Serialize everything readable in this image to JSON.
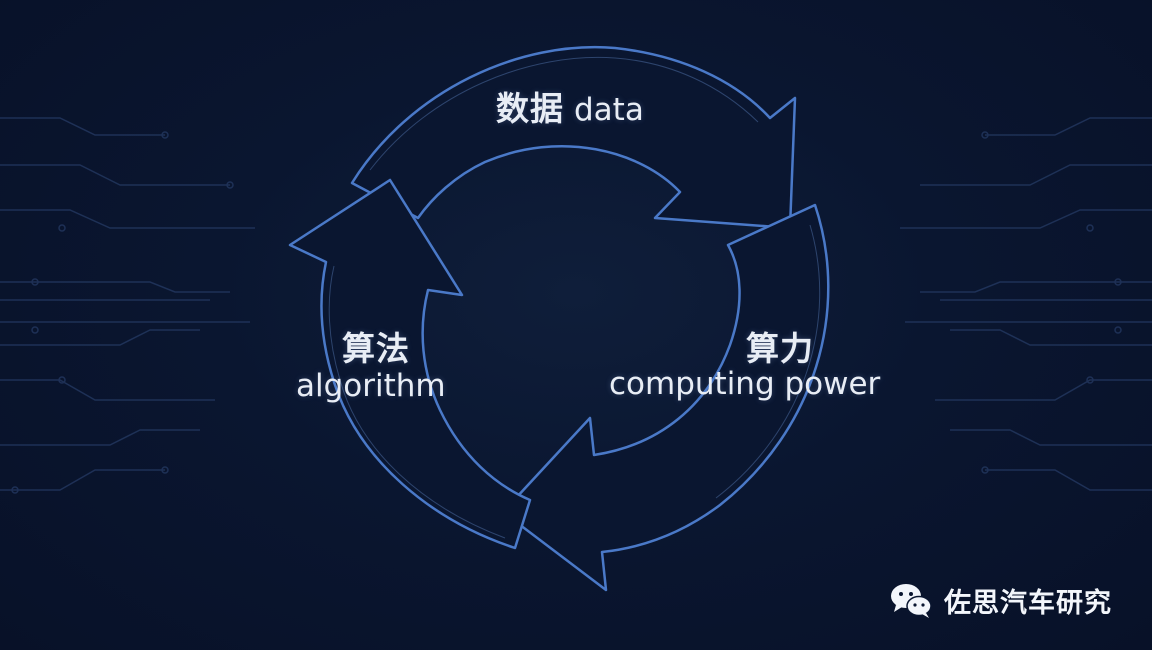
{
  "diagram": {
    "nodes": [
      {
        "id": "data",
        "label_zh": "数据",
        "label_en": "data"
      },
      {
        "id": "algorithm",
        "label_zh": "算法",
        "label_en": "algorithm"
      },
      {
        "id": "computing_power",
        "label_zh": "算力",
        "label_en": "computing power"
      }
    ],
    "cycle": [
      "data",
      "computing_power",
      "algorithm"
    ]
  },
  "watermark": {
    "text": "佐思汽车研究",
    "icon": "wechat-icon"
  },
  "colors": {
    "background": "#0a1630",
    "arrow_stroke": "#4a79c8",
    "circuit_lines": "#2a3f6a",
    "text": "#e8edf5"
  }
}
